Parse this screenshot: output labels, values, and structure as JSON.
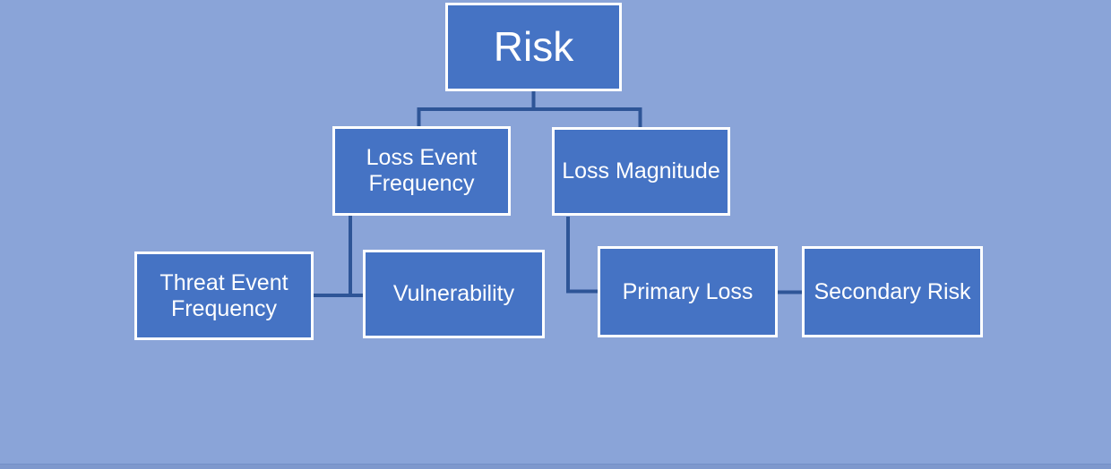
{
  "diagram": {
    "type": "hierarchy",
    "nodes": [
      {
        "id": "risk",
        "label": "Risk"
      },
      {
        "id": "loss-event-frequency",
        "label": "Loss Event Frequency"
      },
      {
        "id": "loss-magnitude",
        "label": "Loss Magnitude"
      },
      {
        "id": "threat-event-frequency",
        "label": "Threat Event Frequency"
      },
      {
        "id": "vulnerability",
        "label": "Vulnerability"
      },
      {
        "id": "primary-loss",
        "label": "Primary Loss"
      },
      {
        "id": "secondary-risk",
        "label": "Secondary Risk"
      }
    ],
    "edges": [
      {
        "from": "risk",
        "to": "loss-event-frequency"
      },
      {
        "from": "risk",
        "to": "loss-magnitude"
      },
      {
        "from": "loss-event-frequency",
        "to": "threat-event-frequency"
      },
      {
        "from": "loss-event-frequency",
        "to": "vulnerability"
      },
      {
        "from": "loss-magnitude",
        "to": "primary-loss"
      },
      {
        "from": "primary-loss",
        "to": "secondary-risk"
      }
    ],
    "colors": {
      "background": "#8AA4D8",
      "footer_strip": "#7E98CD",
      "node_fill": "#4573C4",
      "node_border": "#FFFFFF",
      "connector": "#2E5597",
      "text": "#FFFFFF"
    }
  }
}
